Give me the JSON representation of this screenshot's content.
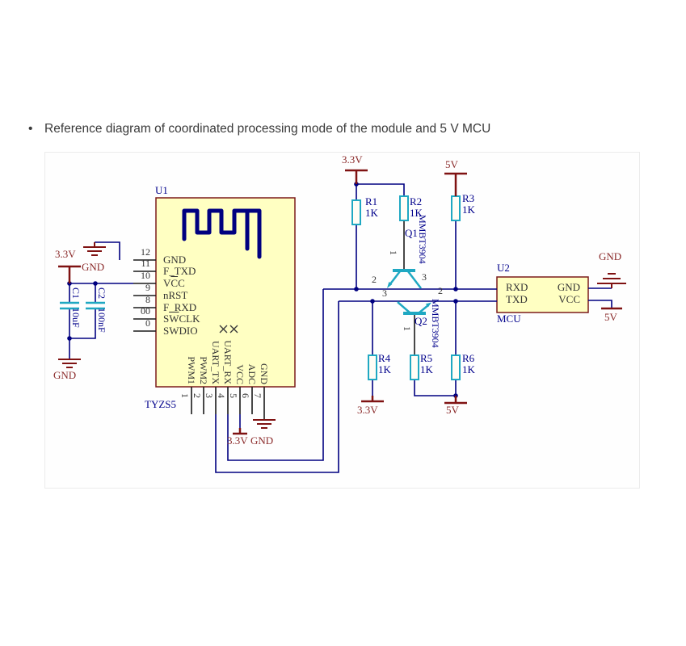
{
  "header": {
    "bullet": "•",
    "text": "Reference diagram of coordinated processing mode of the module and 5 V MCU"
  },
  "module_u1": {
    "designator": "U1",
    "part": "TYZS5",
    "left_pins": [
      {
        "num": "12",
        "name": "GND"
      },
      {
        "num": "11",
        "name": "F_TXD"
      },
      {
        "num": "10",
        "name_pre": "V",
        "name_ov": "C",
        "name_post": "C"
      },
      {
        "num": "9",
        "name": "nRST"
      },
      {
        "num": "8",
        "name": "F_RXD"
      },
      {
        "num": "00",
        "name_pre": "S",
        "name_ov": "W",
        "name_post": "CLK"
      },
      {
        "num": "0",
        "name": "SWDIO"
      }
    ],
    "bottom_pins": [
      {
        "num": "1",
        "name": "PWM1"
      },
      {
        "num": "2",
        "name": "PWM2"
      },
      {
        "num": "3",
        "name": "UART_TX"
      },
      {
        "num": "4",
        "name": "UART_RX"
      },
      {
        "num": "5",
        "name": "VCC"
      },
      {
        "num": "6",
        "name": "ADC"
      },
      {
        "num": "7",
        "name": "GND"
      }
    ]
  },
  "mcu_u2": {
    "designator": "U2",
    "part": "MCU",
    "left_pins": [
      "RXD",
      "TXD"
    ],
    "right_pins": [
      "GND",
      "VCC"
    ]
  },
  "components": {
    "c1": {
      "ref": "C1",
      "value": "10uF"
    },
    "c2": {
      "ref": "C2",
      "value": "100nF"
    },
    "r1": {
      "ref": "R1",
      "value": "1K"
    },
    "r2": {
      "ref": "R2",
      "value": "1K"
    },
    "r3": {
      "ref": "R3",
      "value": "1K"
    },
    "r4": {
      "ref": "R4",
      "value": "1K"
    },
    "r5": {
      "ref": "R5",
      "value": "1K"
    },
    "r6": {
      "ref": "R6",
      "value": "1K"
    },
    "q1": {
      "ref": "Q1",
      "value": "MMBT3904",
      "pin_base": "1",
      "pin_emitter": "2",
      "pin_collector": "3"
    },
    "q2": {
      "ref": "Q2",
      "value": "MMBT3904",
      "pin_base": "1",
      "pin_emitter": "2",
      "pin_collector": "3"
    }
  },
  "power": {
    "p33_left": "3.3V",
    "gnd_left_top": "GND",
    "gnd_left_bottom": "GND",
    "p33_top": "3.3V",
    "p5_top": "5V",
    "p33_module": "3.3V",
    "gnd_module": "GND",
    "p33_r4": "3.3V",
    "p5_r6": "5V",
    "gnd_right": "GND",
    "p5_right": "5V"
  },
  "colors": {
    "wire": "#000080",
    "symbol_cyan": "#1FA8C2",
    "power_maroon": "#7F1212",
    "designator_blue": "#00008B",
    "box_fill": "#FFFFC2",
    "box_border": "#7B1A1A"
  }
}
